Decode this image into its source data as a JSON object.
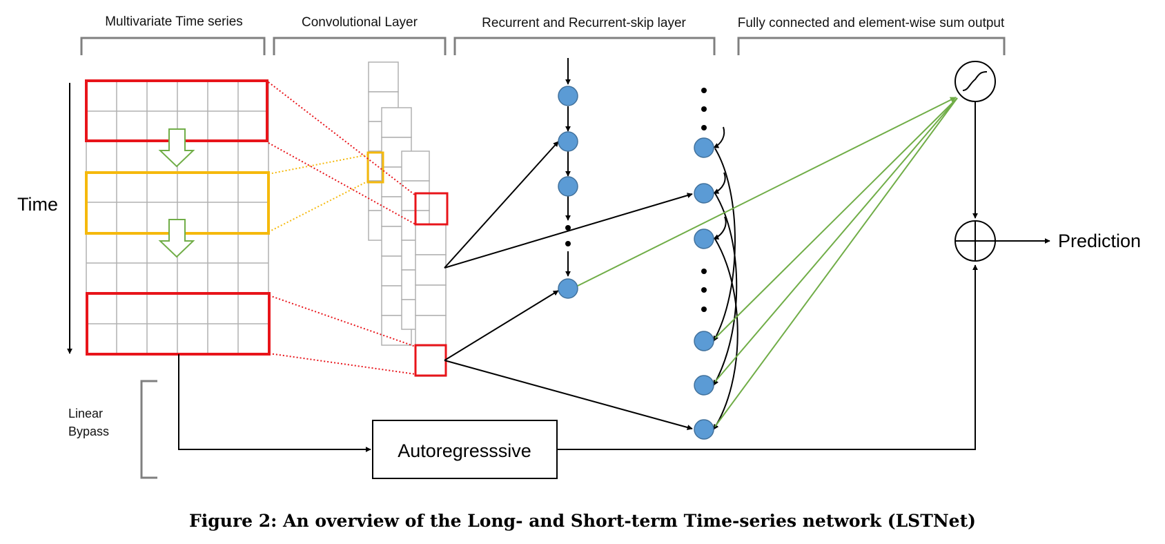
{
  "sections": {
    "multivariate": "Multivariate Time series",
    "convolutional": "Convolutional Layer",
    "recurrent": "Recurrent and Recurrent-skip layer",
    "fully_connected": "Fully connected and element-wise sum output"
  },
  "axis": {
    "time": "Time"
  },
  "bypass": {
    "line1": "Linear",
    "line2": "Bypass"
  },
  "autoregressive": "Autoregresssive",
  "output": {
    "prediction": "Prediction"
  },
  "caption": "Figure 2: An overview of the Long- and Short-term Time-series network (LSTNet)",
  "colors": {
    "red": "#e8141a",
    "yellow": "#f5b90c",
    "green": "#70ad47",
    "node_fill": "#5b9bd5",
    "node_stroke": "#41719c",
    "grid": "#b0b0b0",
    "bracket": "#7f7f7f"
  },
  "icons": {
    "activation": "sigmoid-icon",
    "sum": "plus-circle-icon"
  }
}
